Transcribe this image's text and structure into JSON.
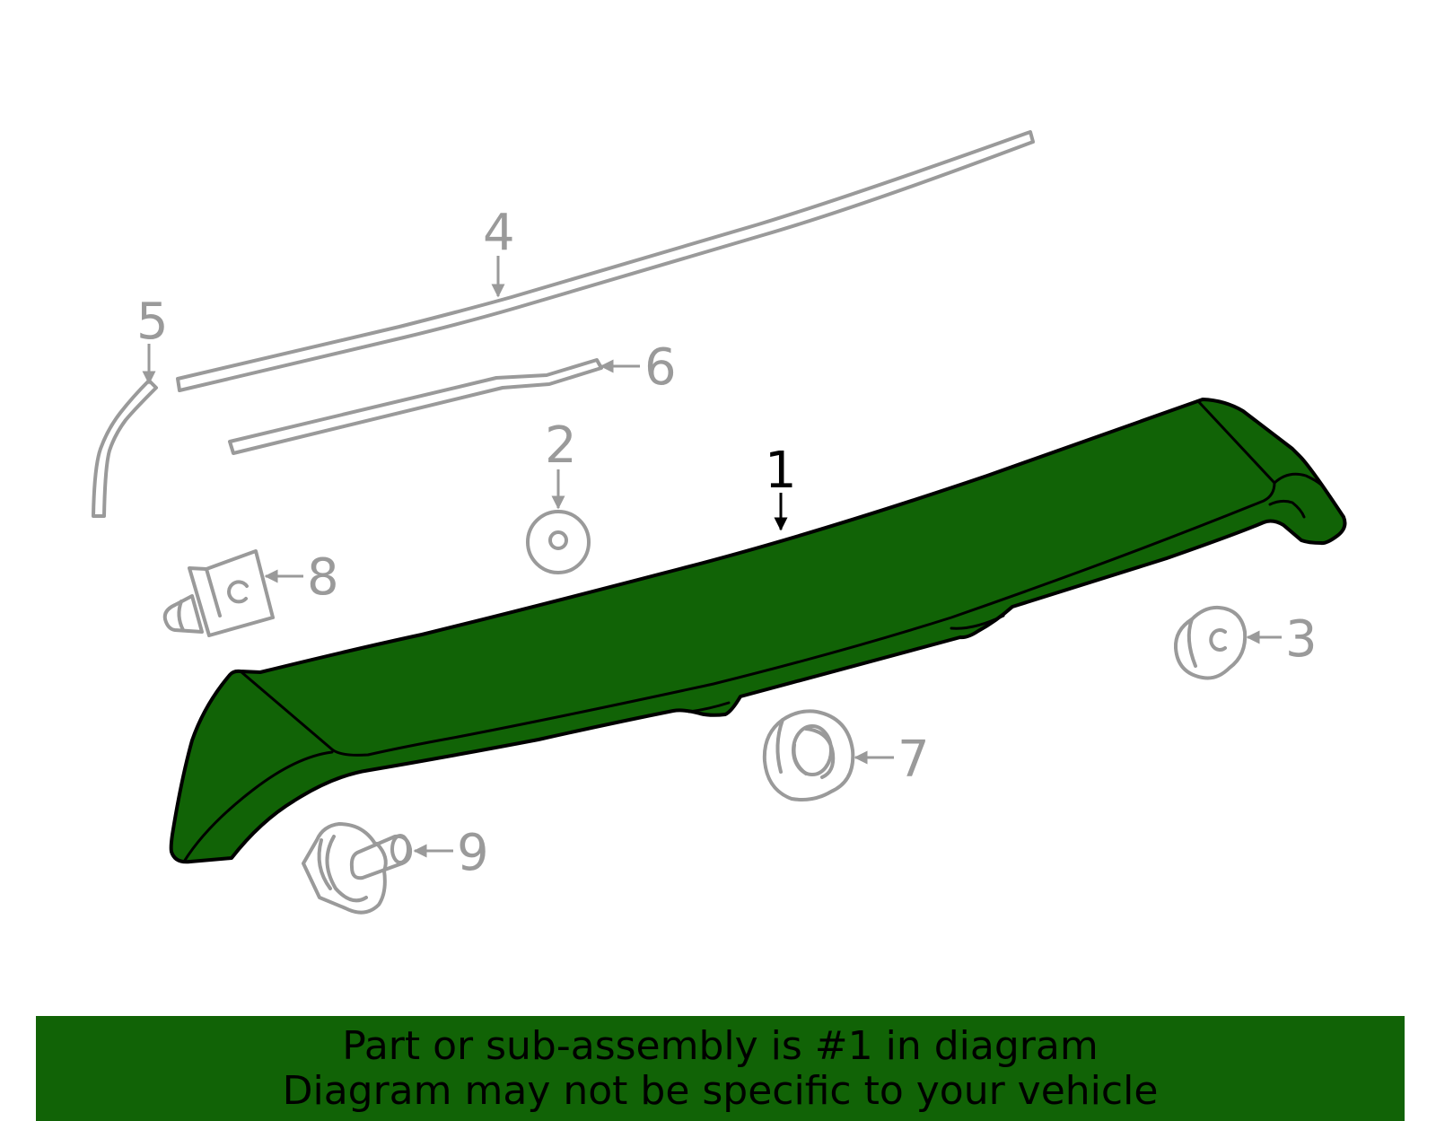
{
  "callouts": {
    "c1": "1",
    "c2": "2",
    "c3": "3",
    "c4": "4",
    "c5": "5",
    "c6": "6",
    "c7": "7",
    "c8": "8",
    "c9": "9"
  },
  "highlighted_part": "1",
  "colors": {
    "highlight": "#116306",
    "callout_grey": "#9a9a9a",
    "outline": "#000000",
    "background": "#ffffff"
  },
  "banner": {
    "line1": "Part or sub-assembly is #1 in diagram",
    "line2": "Diagram may not be specific to your vehicle"
  }
}
